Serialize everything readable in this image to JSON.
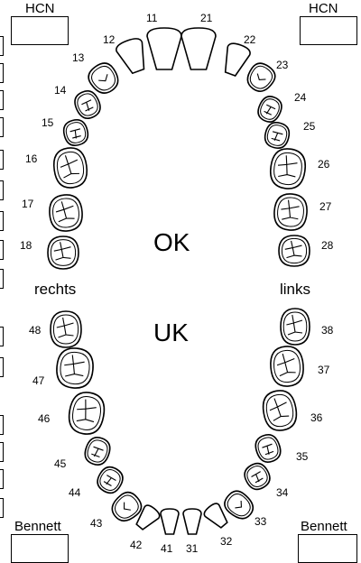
{
  "labels": {
    "hcn_left": "HCN",
    "hcn_right": "HCN",
    "upper_jaw": "OK",
    "lower_jaw": "UK",
    "right_side": "rechts",
    "left_side": "links",
    "bennett_left": "Bennett",
    "bennett_right": "Bennett"
  },
  "upper_teeth": [
    {
      "number": "18",
      "type": "molar"
    },
    {
      "number": "17",
      "type": "molar"
    },
    {
      "number": "16",
      "type": "molar"
    },
    {
      "number": "15",
      "type": "premolar"
    },
    {
      "number": "14",
      "type": "premolar"
    },
    {
      "number": "13",
      "type": "canine"
    },
    {
      "number": "12",
      "type": "incisor"
    },
    {
      "number": "11",
      "type": "incisor"
    },
    {
      "number": "21",
      "type": "incisor"
    },
    {
      "number": "22",
      "type": "incisor"
    },
    {
      "number": "23",
      "type": "canine"
    },
    {
      "number": "24",
      "type": "premolar"
    },
    {
      "number": "25",
      "type": "premolar"
    },
    {
      "number": "26",
      "type": "molar"
    },
    {
      "number": "27",
      "type": "molar"
    },
    {
      "number": "28",
      "type": "molar"
    }
  ],
  "lower_teeth": [
    {
      "number": "48",
      "type": "molar"
    },
    {
      "number": "47",
      "type": "molar"
    },
    {
      "number": "46",
      "type": "molar"
    },
    {
      "number": "45",
      "type": "premolar"
    },
    {
      "number": "44",
      "type": "premolar"
    },
    {
      "number": "43",
      "type": "canine"
    },
    {
      "number": "42",
      "type": "incisor"
    },
    {
      "number": "41",
      "type": "incisor"
    },
    {
      "number": "31",
      "type": "incisor"
    },
    {
      "number": "32",
      "type": "incisor"
    },
    {
      "number": "33",
      "type": "canine"
    },
    {
      "number": "34",
      "type": "premolar"
    },
    {
      "number": "35",
      "type": "premolar"
    },
    {
      "number": "36",
      "type": "molar"
    },
    {
      "number": "37",
      "type": "molar"
    },
    {
      "number": "38",
      "type": "molar"
    }
  ]
}
